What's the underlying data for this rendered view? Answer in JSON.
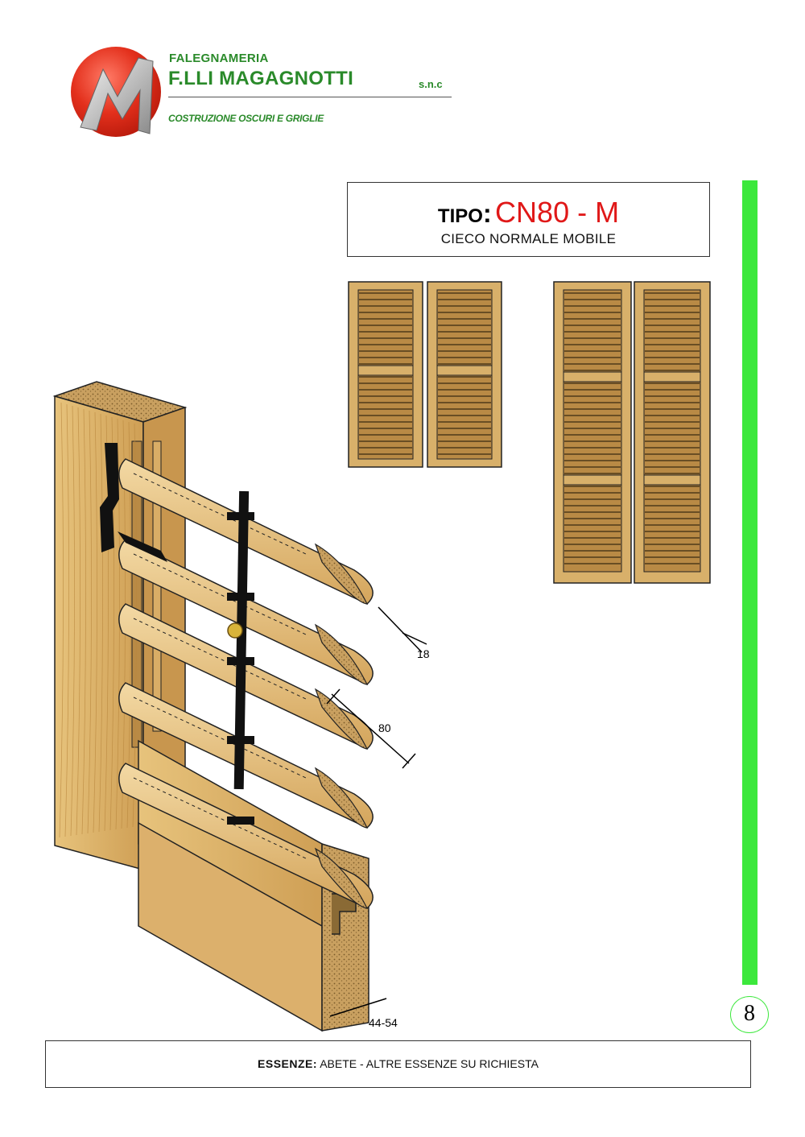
{
  "header": {
    "company_line1": "FALEGNAMERIA",
    "company_line2": "F.LLI MAGAGNOTTI",
    "company_suffix": "s.n.c",
    "tagline": "COSTRUZIONE OSCURI E GRIGLIE"
  },
  "title_box": {
    "tipo_label": "TIPO",
    "colon": ":",
    "code": "CN80 - M",
    "description": "CIECO NORMALE MOBILE"
  },
  "drawing": {
    "dim_slat_thickness": "18",
    "dim_slat_width": "80",
    "dim_frame_thickness": "44-54"
  },
  "page_number": "8",
  "footer": {
    "label": "ESSENZE:",
    "text": "ABETE - ALTRE ESSENZE SU RICHIESTA"
  },
  "colors": {
    "brand_green": "#2a8a2a",
    "accent_red": "#e01818",
    "bar_green": "#3ce83c",
    "wood": "#d8b06a"
  }
}
